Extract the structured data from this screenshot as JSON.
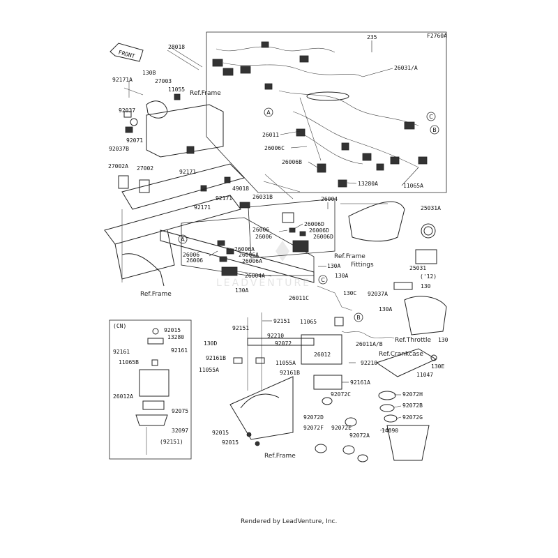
{
  "figure_id": "F2760A",
  "footer": "Rendered by LeadVenture, Inc.",
  "watermark": "LEADVENTURE",
  "front_arrow": "FRONT",
  "cn_box_label": "(CN)",
  "callouts": [
    "A",
    "B",
    "C"
  ],
  "labels": {
    "p235": "235",
    "p26031a": "26031/A",
    "p28018": "28018",
    "p92171a": "92171A",
    "p130b": "130B",
    "p27003": "27003",
    "p11055": "11055",
    "refframe1": "Ref.Frame",
    "p92037": "92037",
    "p92071": "92071",
    "p92037b": "92037B",
    "p26011": "26011",
    "p26006c": "26006C",
    "p26006b": "26006B",
    "p13280a": "13280A",
    "p11065a": "11065A",
    "p92171b": "92171",
    "p27002a": "27002A",
    "p27002": "27002",
    "p49018": "49018",
    "p26031b": "26031B",
    "p92171c": "92171",
    "p92171d": "92171",
    "p26004": "26004",
    "p25031a": "25031A",
    "p26006_1": "26006",
    "p26006_2": "26006",
    "p26006d_1": "26006D",
    "p26006d_2": "26006D",
    "p26006d_3": "26006D",
    "p26006_3": "26006",
    "p26006_4": "26006",
    "p26006a_1": "26006A",
    "p26006a_2": "26006A",
    "p26006a_3": "26006A",
    "reffittings": "Ref.Frame",
    "fittings": "Fittings",
    "p130a_1": "130A",
    "p25031": "25031",
    "p25031y": "('12)",
    "p26004a": "26004A",
    "p130a_2": "130A",
    "refframe2": "Ref.Frame",
    "p130a_3": "130A",
    "p130": "130",
    "p130c": "130C",
    "p92037a": "92037A",
    "p26011c": "26011C",
    "p130a_4": "130A",
    "p92151_1": "92151",
    "p92151_2": "92151",
    "p11065": "11065",
    "p26011ab": "26011A/B",
    "refthrottle": "Ref.Throttle",
    "p92015_1": "92015",
    "p13280": "13280",
    "p130d": "130D",
    "p92072": "92072",
    "p92210_1": "92210",
    "p92161_1": "92161",
    "p92161_2": "92161",
    "p92161b": "92161B",
    "p26012": "26012",
    "refcrank": "Ref.Crankcase",
    "p130_2": "130",
    "p11065b": "11065B",
    "p11055a_1": "11055A",
    "p92210_2": "92210",
    "p130e": "130E",
    "p11055a_2": "11055A",
    "p92161b_2": "92161B",
    "p11047": "11047",
    "p92161a": "92161A",
    "p26012a": "26012A",
    "p92072c": "92072C",
    "p92072h": "92072H",
    "p92075": "92075",
    "p92072b": "92072B",
    "p92072d": "92072D",
    "p92072g": "92072G",
    "p32097": "32097",
    "p92072f": "92072F",
    "p92072e": "92072E",
    "p14090": "14090",
    "p92151_3": "(92151)",
    "p92015_2": "92015",
    "p92015_3": "92015",
    "p92072a": "92072A",
    "refframe3": "Ref.Frame"
  }
}
